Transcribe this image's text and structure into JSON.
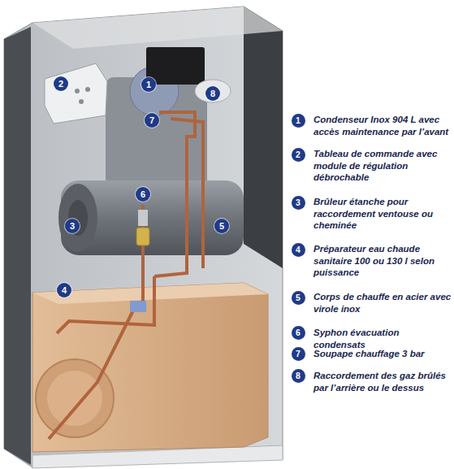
{
  "diagram": {
    "labels": [
      "2",
      "1",
      "8",
      "7",
      "6",
      "3",
      "5",
      "4",
      "1",
      "Condenseur Inox 904 L avec accès maintenance par l’avant",
      "2",
      "Tableau de commande avec module de régulation débrochable",
      "3",
      "Brûleur étanche pour raccordement ventouse ou cheminée",
      "4",
      "Préparateur eau chaude sanitaire 100 ou 130 l selon puissance",
      "5",
      "Corps de chauffe en acier avec virole inox",
      "6",
      "Syphon évacuation condensats",
      "7",
      "Soupape chauffage 3 bar",
      "8",
      "Raccordement des gaz brûlés par l’arrière ou le dessus"
    ]
  }
}
